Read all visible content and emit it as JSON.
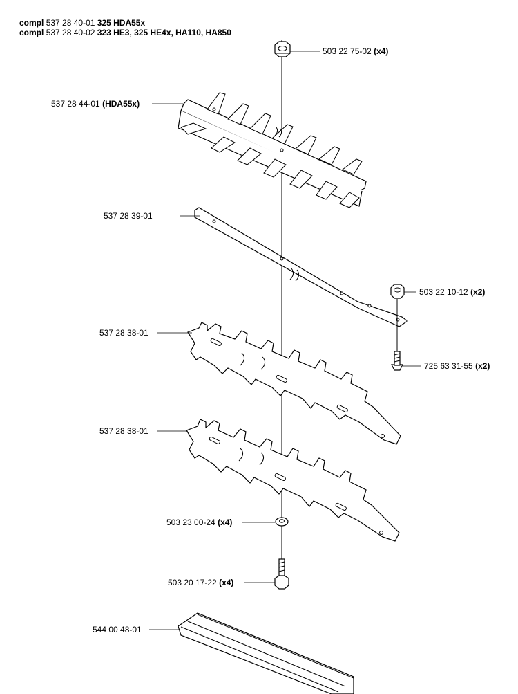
{
  "header": {
    "rows": [
      {
        "lead": "compl",
        "number": "537 28 40-01",
        "models": "325 HDA55x"
      },
      {
        "lead": "compl",
        "number": "537 28 40-02",
        "models": "323 HE3, 325 HE4x, HA110, HA850"
      }
    ]
  },
  "parts": [
    {
      "number": "503 22 75-02",
      "qty": "(x4)"
    },
    {
      "number": "537 28 44-01",
      "qty": "(HDA55x)"
    },
    {
      "number": "537 28 39-01",
      "qty": ""
    },
    {
      "number": "503 22 10-12",
      "qty": "(x2)"
    },
    {
      "number": "537 28 38-01",
      "qty": ""
    },
    {
      "number": "725 63 31-55",
      "qty": "(x2)"
    },
    {
      "number": "537 28 38-01",
      "qty": ""
    },
    {
      "number": "503 23 00-24",
      "qty": "(x4)"
    },
    {
      "number": "503 20 17-22",
      "qty": "(x4)"
    },
    {
      "number": "544 00 48-01",
      "qty": ""
    }
  ]
}
